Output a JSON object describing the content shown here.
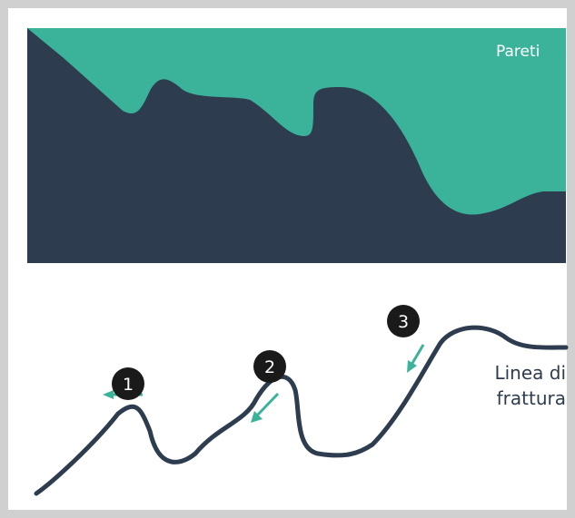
{
  "panel_top": {
    "label": "Pareti"
  },
  "panel_bottom": {
    "label_line1": "Linea di",
    "label_line2": "frattura",
    "markers": [
      {
        "number": "1"
      },
      {
        "number": "2"
      },
      {
        "number": "3"
      }
    ]
  },
  "colors": {
    "teal": "#3bb39a",
    "navy": "#2e3c4f",
    "border": "#d0d0d0",
    "marker_fill": "#1a1a1a",
    "marker_text": "#ffffff"
  }
}
